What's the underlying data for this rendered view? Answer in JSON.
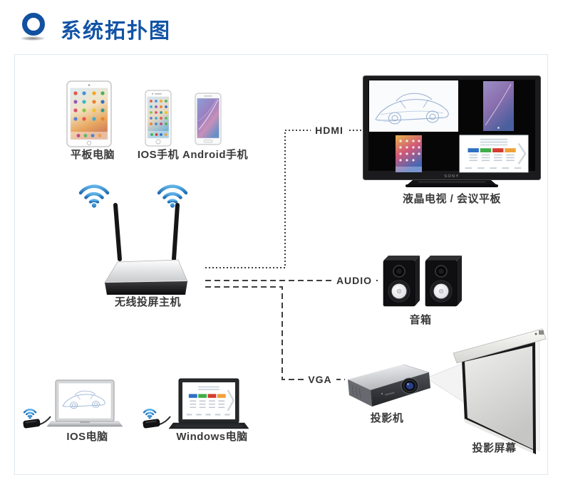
{
  "header": {
    "title": "系统拓扑图"
  },
  "diagram": {
    "sources": {
      "tablet": {
        "label": "平板电脑"
      },
      "ios_phone": {
        "label": "IOS手机"
      },
      "android_phone": {
        "label": "Android手机"
      },
      "ios_computer": {
        "label": "IOS电脑"
      },
      "windows_computer": {
        "label": "Windows电脑"
      }
    },
    "host": {
      "label": "无线投屏主机"
    },
    "outputs": {
      "tv": {
        "label": "液晶电视 / 会议平板",
        "brand": "SONY"
      },
      "speaker": {
        "label": "音箱"
      },
      "projector": {
        "label": "投影机"
      },
      "projection_screen": {
        "label": "投影屏幕"
      }
    },
    "connections": {
      "hdmi": {
        "label": "HDMI",
        "style": "dotted"
      },
      "audio": {
        "label": "AUDIO",
        "style": "dashed"
      },
      "vga": {
        "label": "VGA",
        "style": "dashed"
      }
    },
    "colors": {
      "title_blue": "#1254a6",
      "wifi_blue": "#2f84c8",
      "line_dark": "#3f3f3f",
      "label_text": "#3a3a3a",
      "slide_palette": [
        "#2f6fc4",
        "#3fae49",
        "#d43c30",
        "#f0a03a"
      ]
    }
  }
}
